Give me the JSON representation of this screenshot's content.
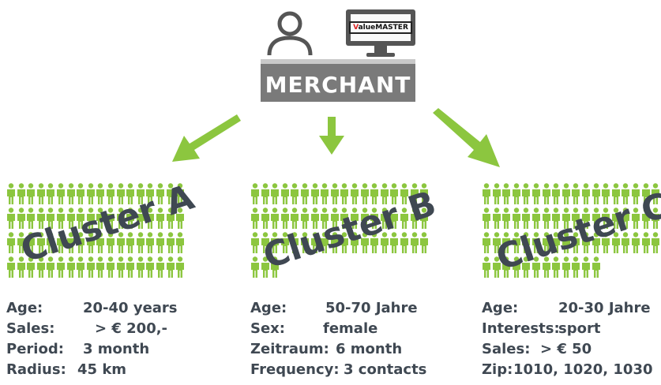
{
  "merchant": {
    "label": "MERCHANT",
    "logo_v": "V",
    "logo_text": "alueMASTER"
  },
  "colors": {
    "green": "#8cc63f",
    "dark_text": "#3f4852",
    "box_gray": "#7a7a7a"
  },
  "clusters": [
    {
      "title": "Cluster A",
      "rows": [
        {
          "key": "Age:",
          "value": "20-40 years"
        },
        {
          "key": "Sales:",
          "value": "> € 200,-"
        },
        {
          "key": "Period:",
          "value": "3 month"
        },
        {
          "key": "Radius:",
          "value": "45 km"
        }
      ]
    },
    {
      "title": "Cluster B",
      "rows": [
        {
          "key": "Age:",
          "value": "50-70 Jahre"
        },
        {
          "key": "Sex:",
          "value": "female"
        },
        {
          "key": "Zeitraum:",
          "value": "6 month"
        },
        {
          "key": "Frequency:",
          "value": "3 contacts"
        }
      ]
    },
    {
      "title": "Cluster C",
      "rows": [
        {
          "key": "Age:",
          "value": "20-30 Jahre"
        },
        {
          "key": "Interests:",
          "value": "sport"
        },
        {
          "key": "Sales:",
          "value": "> € 50"
        },
        {
          "key": "Zip:",
          "value": "1010, 1020, 1030"
        }
      ]
    }
  ]
}
